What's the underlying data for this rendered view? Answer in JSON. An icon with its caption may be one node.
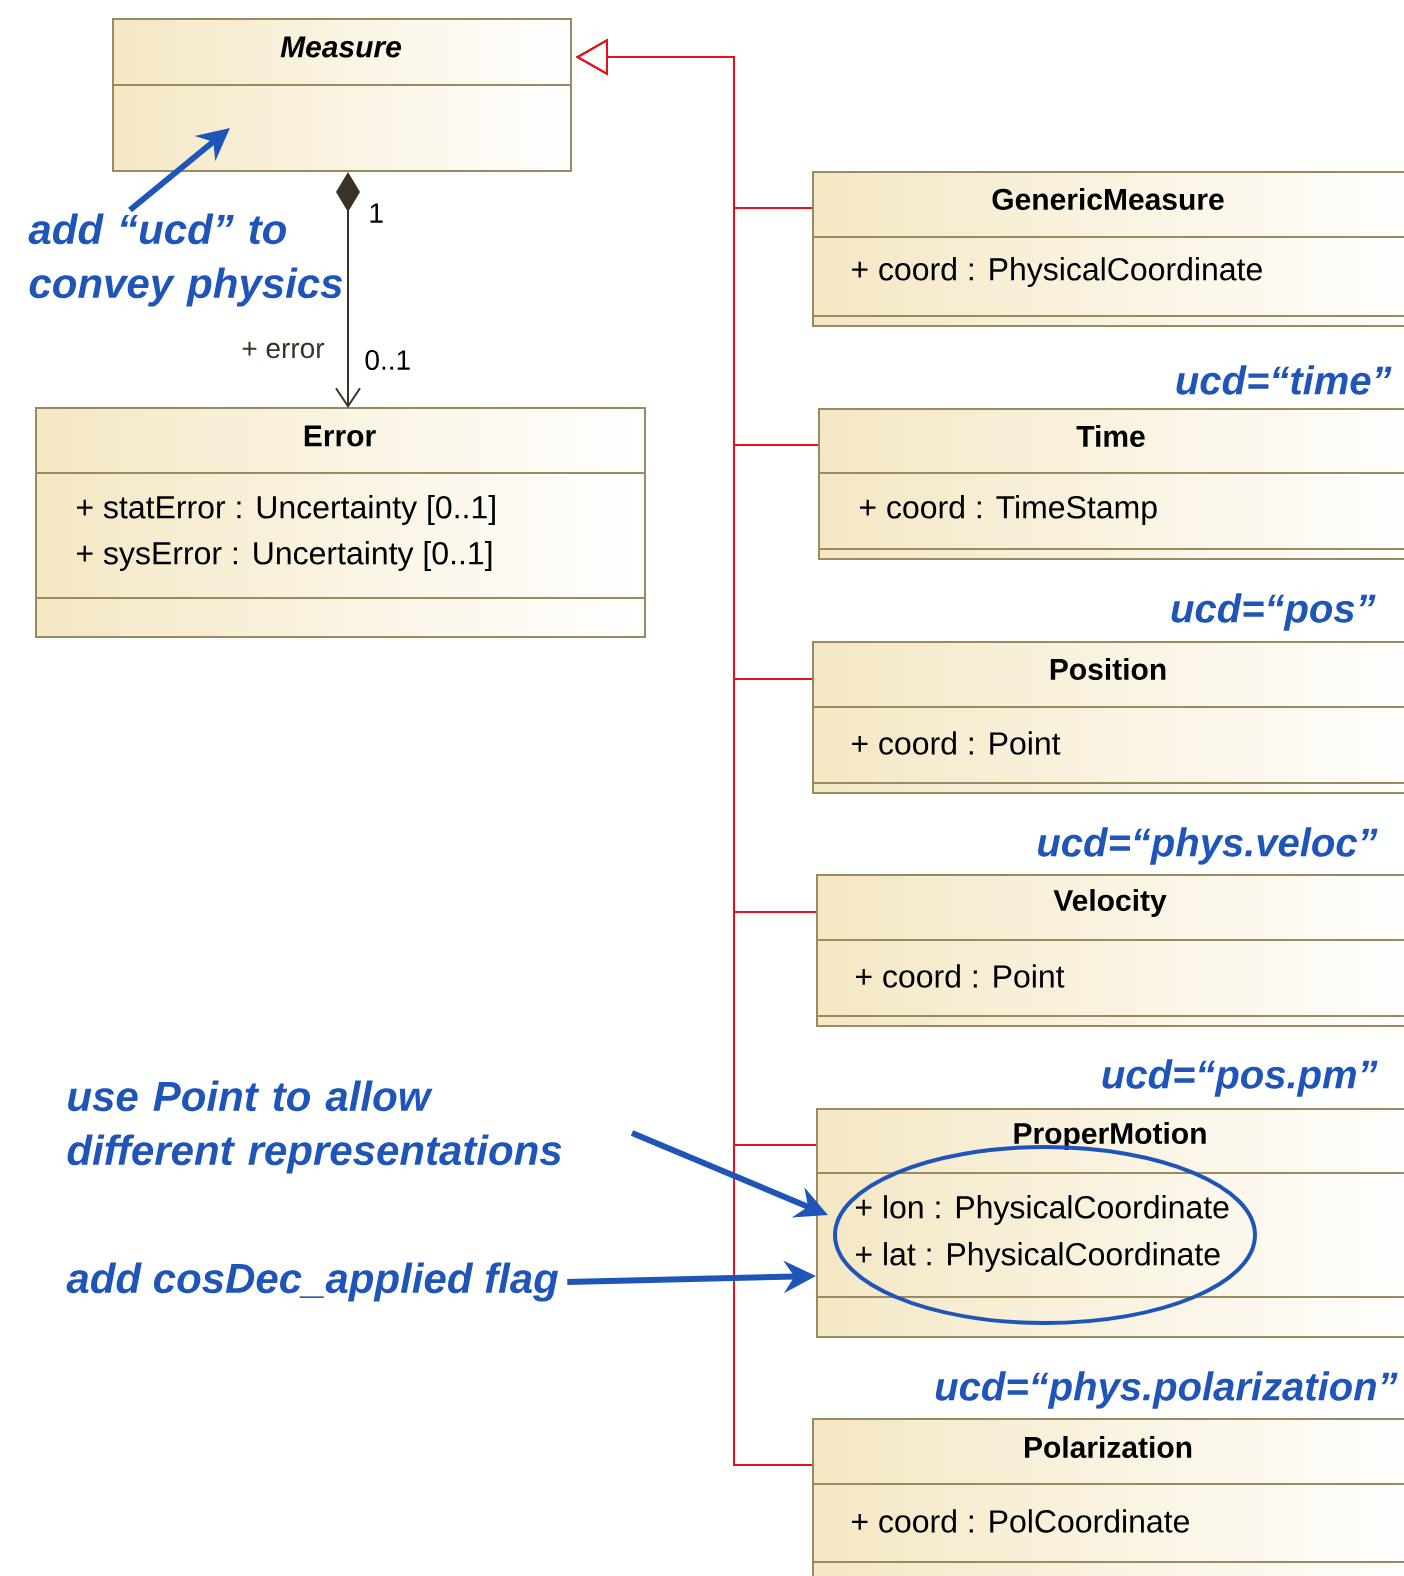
{
  "diagram": {
    "nodes": [
      {
        "text": [
          "Measure"
        ]
      },
      {
        "text": [
          "Error",
          "+ statError : Uncertainty [0..1]",
          "+ sysError : Uncertainty [0..1]"
        ]
      },
      {
        "text": [
          "GenericMeasure",
          "+ coord : PhysicalCoordinate"
        ]
      },
      {
        "text": [
          "Time",
          "+ coord : TimeStamp"
        ],
        "beside": [
          "ucd=“time”"
        ]
      },
      {
        "text": [
          "Position",
          "+ coord : Point"
        ],
        "beside": [
          "ucd=“pos”"
        ]
      },
      {
        "text": [
          "Velocity",
          "+ coord : Point"
        ],
        "beside": [
          "ucd=“phys.veloc”"
        ]
      },
      {
        "text": [
          "ProperMotion"
        ],
        "beside": [
          "ucd=“pos.pm”"
        ]
      },
      {
        "text": [
          "Polarization",
          "+ coord : PolCoordinate"
        ],
        "beside": [
          "ucd=“phys.polarization”"
        ]
      },
      {
        "text": [
          "add “ucd” to convey physics"
        ]
      },
      {
        "text": [
          "use Point to allow different representations"
        ]
      },
      {
        "text": [
          "add cosDec_applied flag"
        ]
      },
      {
        "text": [
          "+ lon : PhysicalCoordinate",
          "+ lat : PhysicalCoordinate"
        ],
        "in": 6
      }
    ],
    "edges": [
      {
        "from": 2,
        "to": 0,
        "arrow": "to"
      },
      {
        "from": 3,
        "to": 0,
        "arrow": "to"
      },
      {
        "from": 4,
        "to": 0,
        "arrow": "to"
      },
      {
        "from": 5,
        "to": 0,
        "arrow": "to"
      },
      {
        "from": 6,
        "to": 0,
        "arrow": "to"
      },
      {
        "from": 7,
        "to": 0,
        "arrow": "to"
      },
      {
        "from": 0,
        "to": 1,
        "arrow": "to",
        "label": "+ error",
        "color": "#3a3224"
      },
      {
        "from": 8,
        "to": 0,
        "arrow": "to",
        "style": "thick",
        "color": "#1f55b8"
      },
      {
        "from": 9,
        "to": 11,
        "arrow": "to",
        "style": "thick",
        "color": "#1f55b8"
      },
      {
        "from": 10,
        "to": 6,
        "arrow": "to",
        "style": "thick",
        "color": "#1f55b8"
      }
    ],
    "labels": [
      "1",
      "0..1"
    ]
  }
}
